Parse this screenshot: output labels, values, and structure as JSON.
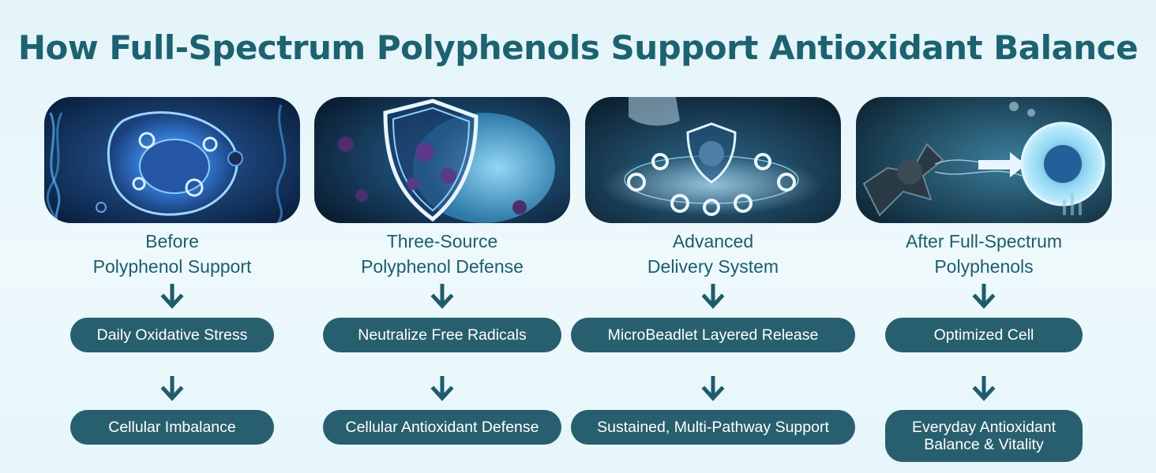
{
  "title": "How Full-Spectrum Polyphenols Support Antioxidant Balance",
  "colors": {
    "title": "#1c6270",
    "pill": "#285f6e",
    "heading": "#1d5d6c",
    "arrow": "#1f5c6b"
  },
  "stages": [
    {
      "image_icon": "stressed-cell-icon",
      "heading": [
        "Before",
        "Polyphenol Support"
      ],
      "steps": [
        {
          "lines": [
            "Daily Oxidative Stress"
          ]
        },
        {
          "lines": [
            "Cellular Imbalance"
          ]
        }
      ]
    },
    {
      "image_icon": "shield-icon",
      "heading": [
        "Three-Source",
        "Polyphenol Defense"
      ],
      "steps": [
        {
          "lines": [
            "Neutralize Free Radicals"
          ]
        },
        {
          "lines": [
            "Cellular Antioxidant Defense"
          ]
        }
      ]
    },
    {
      "image_icon": "delivery-ring-icon",
      "heading": [
        "Advanced",
        "Delivery System"
      ],
      "steps": [
        {
          "lines": [
            "MicroBeadlet Layered Release"
          ]
        },
        {
          "lines": [
            "Sustained, Multi-Pathway Support"
          ]
        }
      ]
    },
    {
      "image_icon": "healthy-cell-icon",
      "heading": [
        "After Full-Spectrum",
        "Polyphenols"
      ],
      "steps": [
        {
          "lines": [
            "Optimized Cell"
          ]
        },
        {
          "lines": [
            "Everyday Antioxidant",
            "Balance & Vitality"
          ]
        }
      ]
    }
  ]
}
